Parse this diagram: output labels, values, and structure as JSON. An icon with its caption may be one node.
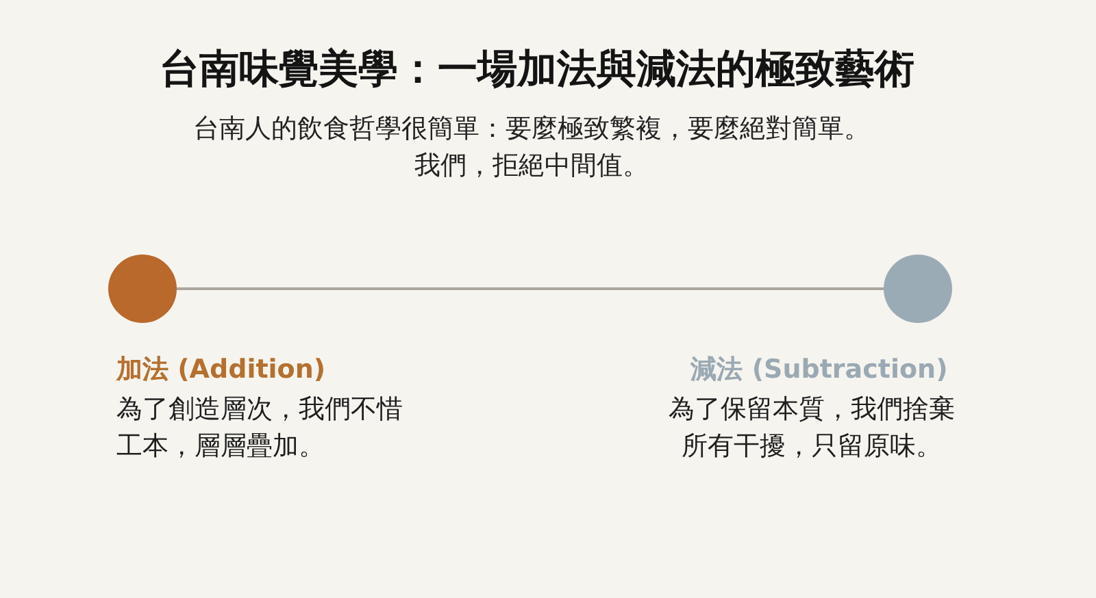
{
  "diagram": {
    "title": "台南味覺美學：一場加法與減法的極致藝術",
    "nodes": [
      {
        "text": [],
        "shape": "circle",
        "beside": [
          "加法 (Addition)",
          "為了創造層次，我們不惜工本，層層疊加。"
        ]
      },
      {
        "text": [],
        "shape": "circle",
        "beside": [
          "減法 (Subtraction)",
          "為了保留本質，我們捨棄所有干擾，只留原味。"
        ]
      }
    ],
    "edges": [
      {
        "from": 0,
        "to": 1,
        "arrow": "none"
      }
    ],
    "labels": [
      "台南人的飲食哲學很簡單：要麼極致繁複，要麼絕對簡單。我們，拒絕中間值。"
    ]
  }
}
